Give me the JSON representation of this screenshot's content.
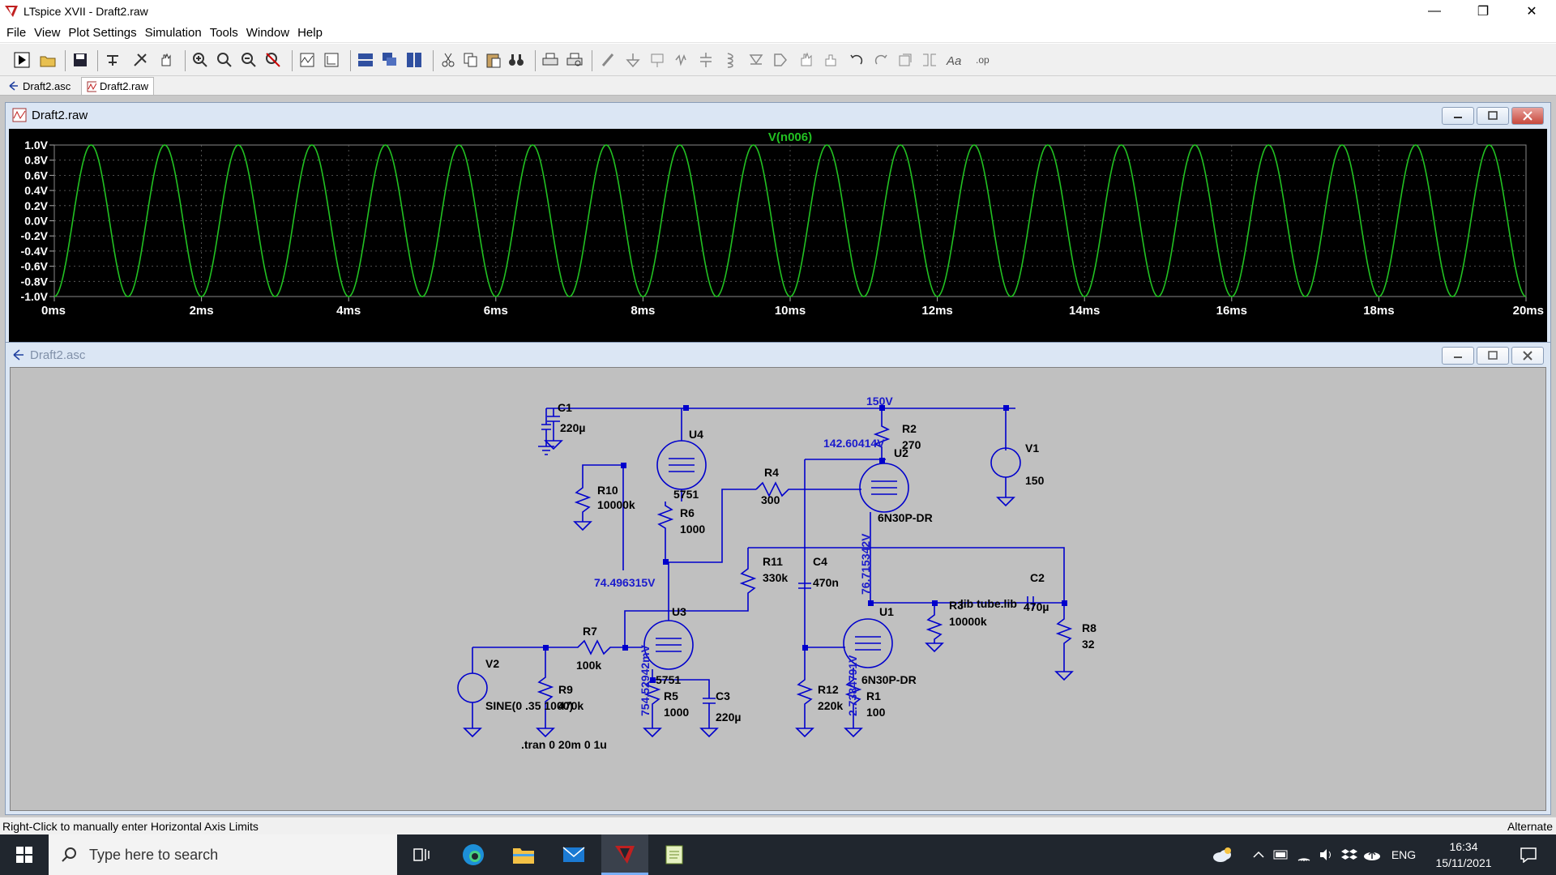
{
  "app": {
    "title": "LTspice XVII - Draft2.raw"
  },
  "menu": [
    "File",
    "View",
    "Plot Settings",
    "Simulation",
    "Tools",
    "Window",
    "Help"
  ],
  "tabs": [
    {
      "label": "Draft2.asc",
      "icon": "schematic-icon",
      "active": false
    },
    {
      "label": "Draft2.raw",
      "icon": "waveform-icon",
      "active": true
    }
  ],
  "plot_window": {
    "title": "Draft2.raw",
    "trace_label": "V(n006)",
    "trace_color": "#22c122",
    "background": "#000000",
    "chart_data": {
      "type": "line",
      "title": "",
      "series": [
        {
          "name": "V(n006)",
          "waveform": "sine",
          "frequency_hz": 1000,
          "amplitude_v": 1.0,
          "offset_v": 0.0
        }
      ],
      "xlim": [
        0,
        20
      ],
      "ylim": [
        -1.0,
        1.0
      ],
      "x_ticks": [
        "0ms",
        "2ms",
        "4ms",
        "6ms",
        "8ms",
        "10ms",
        "12ms",
        "14ms",
        "16ms",
        "18ms",
        "20ms"
      ],
      "y_ticks": [
        "1.0V",
        "0.8V",
        "0.6V",
        "0.4V",
        "0.2V",
        "0.0V",
        "-0.2V",
        "-0.4V",
        "-0.6V",
        "-0.8V",
        "-1.0V"
      ],
      "grid": true
    }
  },
  "schematic_window": {
    "title": "Draft2.asc",
    "labels": {
      "c1": "C1",
      "c1v": "220µ",
      "u4": "U4",
      "u4m": "5751",
      "r10": "R10",
      "r10v": "10000k",
      "r6": "R6",
      "r6v": "1000",
      "r4": "R4",
      "r4v": "300",
      "n150": "150V",
      "r2": "R2",
      "r2v": "270",
      "n142": "142.60414V",
      "u2": "U2",
      "u2m": "6N30P-DR",
      "v1": "V1",
      "v1v": "150",
      "n74": "74.496315V",
      "r11": "R11",
      "r11v": "330k",
      "c4": "C4",
      "c4v": "470n",
      "n76": "76.715342V",
      "c2": "C2",
      "c2v": "470µ",
      "r3": "R3",
      "r3v": "10000k",
      "lib": ".lib tube.lib",
      "r8": "R8",
      "r8v": "32",
      "u3": "U3",
      "u3m": "5751",
      "r7": "R7",
      "r7v": "100k",
      "u1": "U1",
      "u1m": "6N30P-DR",
      "v2": "V2",
      "v2v": "SINE(0 .35 1000)",
      "r9": "R9",
      "r9v": "470k",
      "n754": "754.52942mV",
      "r5": "R5",
      "r5v": "1000",
      "c3": "C3",
      "c3v": "220µ",
      "r12": "R12",
      "r12v": "220k",
      "n27": "2.7384791V",
      "r1": "R1",
      "r1v": "100",
      "tran": ".tran 0 20m 0 1u"
    }
  },
  "status": {
    "hint": "Right-Click to manually enter Horizontal Axis Limits",
    "mode": "Alternate"
  },
  "taskbar": {
    "search_placeholder": "Type here to search",
    "language": "ENG",
    "time": "16:34",
    "date": "15/11/2021"
  }
}
